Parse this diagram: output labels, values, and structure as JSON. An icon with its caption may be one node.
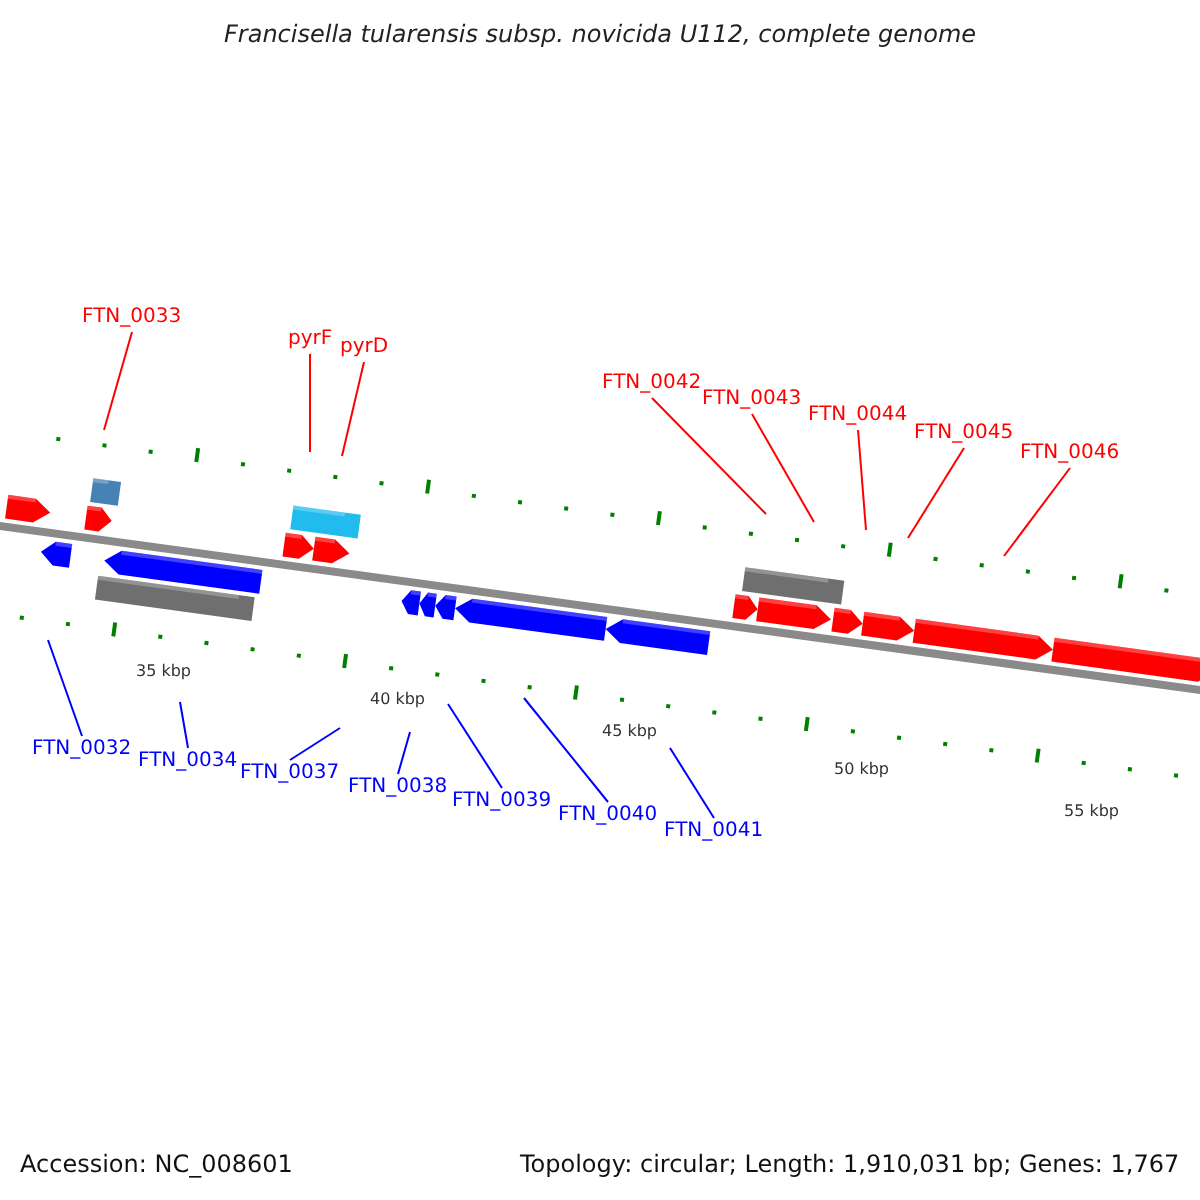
{
  "diagram": {
    "title": "Francisella tularensis subsp. novicida U112, complete genome",
    "nodes": [
      {
        "text": [
          "FTN_0033"
        ]
      },
      {
        "text": [
          "pyrF"
        ]
      },
      {
        "text": [
          "pyrD"
        ]
      },
      {
        "text": [
          "FTN_0042"
        ]
      },
      {
        "text": [
          "FTN_0043"
        ]
      },
      {
        "text": [
          "FTN_0044"
        ]
      },
      {
        "text": [
          "FTN_0045"
        ]
      },
      {
        "text": [
          "FTN_0046"
        ]
      },
      {
        "text": [
          "FTN_0032"
        ]
      },
      {
        "text": [
          "FTN_0034"
        ]
      },
      {
        "text": [
          "FTN_0037"
        ]
      },
      {
        "text": [
          "FTN_0038"
        ]
      },
      {
        "text": [
          "FTN_0039"
        ]
      },
      {
        "text": [
          "FTN_0040"
        ]
      },
      {
        "text": [
          "FTN_0041"
        ]
      }
    ],
    "edges": [
      {
        "from": 0,
        "to": null,
        "arrow": "none",
        "color": "#ff0000"
      },
      {
        "from": 1,
        "to": null,
        "arrow": "none",
        "color": "#ff0000"
      },
      {
        "from": 2,
        "to": null,
        "arrow": "none",
        "color": "#ff0000"
      },
      {
        "from": 3,
        "to": null,
        "arrow": "none",
        "color": "#ff0000"
      },
      {
        "from": 4,
        "to": null,
        "arrow": "none",
        "color": "#ff0000"
      },
      {
        "from": 5,
        "to": null,
        "arrow": "none",
        "color": "#ff0000"
      },
      {
        "from": 6,
        "to": null,
        "arrow": "none",
        "color": "#ff0000"
      },
      {
        "from": 7,
        "to": null,
        "arrow": "none",
        "color": "#ff0000"
      },
      {
        "from": 8,
        "to": null,
        "arrow": "none",
        "color": "#0000ff"
      },
      {
        "from": 9,
        "to": null,
        "arrow": "none",
        "color": "#0000ff"
      },
      {
        "from": 10,
        "to": null,
        "arrow": "none",
        "color": "#0000ff"
      },
      {
        "from": 11,
        "to": null,
        "arrow": "none",
        "color": "#0000ff"
      },
      {
        "from": 12,
        "to": null,
        "arrow": "none",
        "color": "#0000ff"
      },
      {
        "from": 13,
        "to": null,
        "arrow": "none",
        "color": "#0000ff"
      },
      {
        "from": 14,
        "to": null,
        "arrow": "none",
        "color": "#0000ff"
      }
    ],
    "labels": [
      "35 kbp",
      "40 kbp",
      "45 kbp",
      "50 kbp",
      "55 kbp",
      "Accession: NC_008601",
      "Topology: circular; Length: 1,910,031 bp; Genes: 1,767"
    ]
  }
}
